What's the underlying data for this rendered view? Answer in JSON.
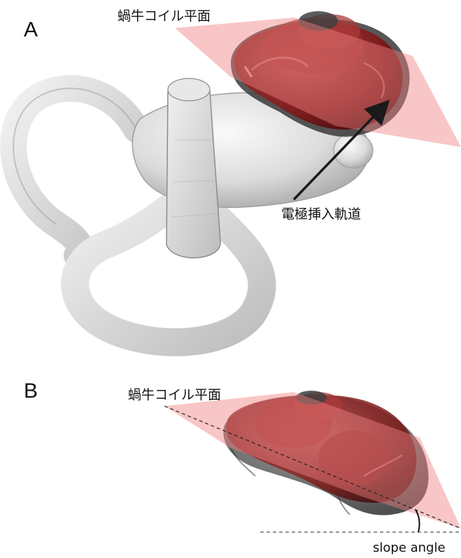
{
  "panel_a": {
    "label": "A",
    "plane_label": "蝸牛コイル平面",
    "trajectory_label": "電極挿入軌道"
  },
  "panel_b": {
    "label": "B",
    "plane_label": "蝸牛コイル平面",
    "angle_label": "slope angle"
  },
  "colors": {
    "plane": "#f4a3a3",
    "cochlea_red": "#8b1c1c",
    "bone_gray": "#d9d9d9",
    "arrow": "#1a1a1a"
  }
}
